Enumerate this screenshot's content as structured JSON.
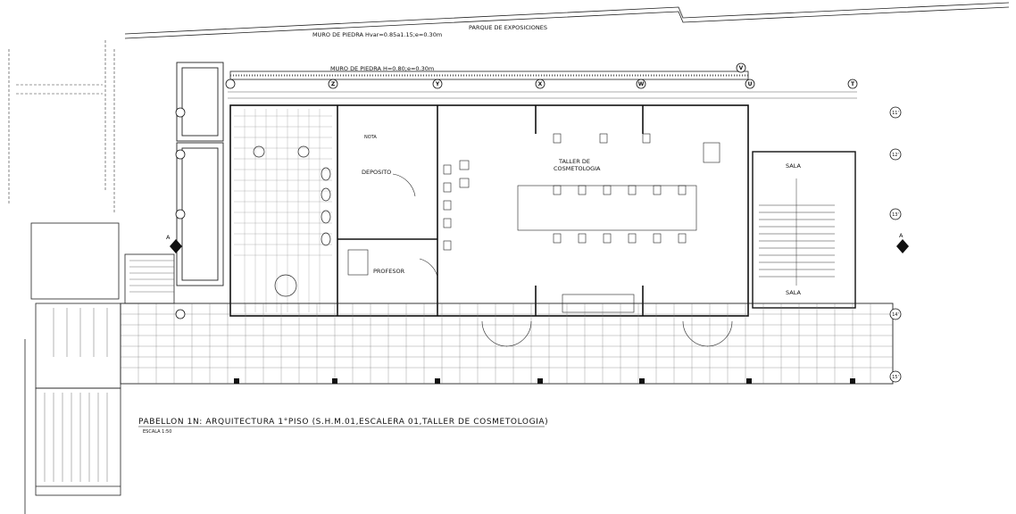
{
  "top_labels": {
    "parque": "PARQUE DE EXPOSICIONES",
    "muro1": "MURO DE PIEDRA Hvar=0.85a1.15;e=0.30m",
    "muro2": "MURO DE PIEDRA H=0.80;e=0.30m"
  },
  "rooms": {
    "nota": "NOTA",
    "deposito": "DEPOSITO",
    "taller": "TALLER DE",
    "taller2": "COSMETOLOGIA",
    "profesor": "PROFESOR",
    "sala_top": "SALA",
    "sala_bottom": "SALA"
  },
  "section_marker": "A",
  "grid_bubbles": [
    "T",
    "U",
    "V",
    "W",
    "X",
    "Y",
    "Z",
    "11'",
    "12'",
    "13'",
    "14'",
    "15'"
  ],
  "title": "PABELLON 1N: ARQUITECTURA 1°PISO (S.H.M.01,ESCALERA 01,TALLER DE COSMETOLOGIA)",
  "scale": "ESCALA 1:50",
  "colors": {
    "line": "#111111",
    "wall": "#222222",
    "hatch": "#555555"
  }
}
